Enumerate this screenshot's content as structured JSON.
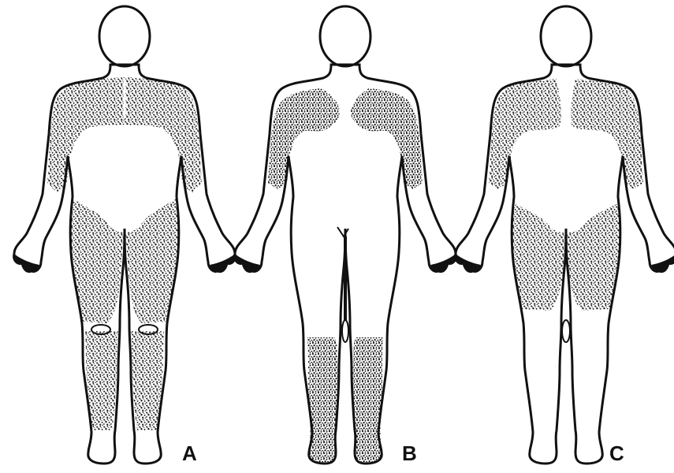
{
  "figure": {
    "panels": [
      {
        "label": "A",
        "regions": [
          "chest",
          "shoulders",
          "upper-arms",
          "thighs",
          "lower-legs"
        ]
      },
      {
        "label": "B",
        "regions": [
          "upper-chest",
          "shoulders",
          "upper-arms",
          "lower-legs",
          "feet"
        ]
      },
      {
        "label": "C",
        "regions": [
          "chest",
          "shoulders",
          "upper-arms",
          "thighs"
        ]
      }
    ],
    "colors": {
      "ink": "#111111",
      "stipple": "#1a1a1a",
      "paper": "#ffffff"
    }
  }
}
